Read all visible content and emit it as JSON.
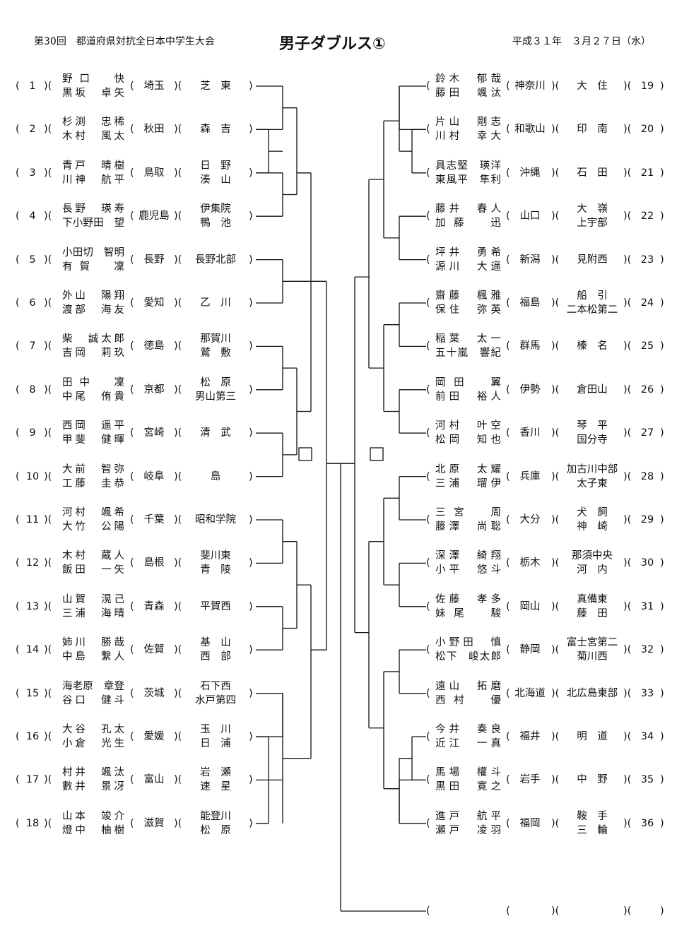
{
  "header": {
    "event": "第30回　都道府県対抗全日本中学生大会",
    "title": "男子ダブルス①",
    "date": "平成３１年　３月２７日（水）"
  },
  "left_entries": [
    {
      "num": "1",
      "p1": "野口　快",
      "p2": "黒坂　卓矢",
      "pref": "埼玉",
      "school": [
        "芝　東"
      ]
    },
    {
      "num": "2",
      "p1": "杉渕　忠稀",
      "p2": "木村　風太",
      "pref": "秋田",
      "school": [
        "森　吉"
      ]
    },
    {
      "num": "3",
      "p1": "青戸　晴樹",
      "p2": "川神　航平",
      "pref": "鳥取",
      "school": [
        "日　野",
        "湊　山"
      ]
    },
    {
      "num": "4",
      "p1": "長野　瑛寿",
      "p2": "下小野田　望",
      "pref": "鹿児島",
      "school": [
        "伊集院",
        "鴨　池"
      ]
    },
    {
      "num": "5",
      "p1": "小田切　智明",
      "p2": "有賀　凜",
      "pref": "長野",
      "school": [
        "長野北部"
      ]
    },
    {
      "num": "6",
      "p1": "外山　陽翔",
      "p2": "渡部　海友",
      "pref": "愛知",
      "school": [
        "乙　川"
      ]
    },
    {
      "num": "7",
      "p1": "柴　誠太郎",
      "p2": "吉岡　莉玖",
      "pref": "徳島",
      "school": [
        "那賀川",
        "鷲　敷"
      ]
    },
    {
      "num": "8",
      "p1": "田中　凜",
      "p2": "中尾　侑貴",
      "pref": "京都",
      "school": [
        "松　原",
        "男山第三"
      ]
    },
    {
      "num": "9",
      "p1": "西岡　遥平",
      "p2": "甲斐　健暉",
      "pref": "宮崎",
      "school": [
        "清　武"
      ]
    },
    {
      "num": "10",
      "p1": "大前　智弥",
      "p2": "工藤　圭恭",
      "pref": "岐阜",
      "school": [
        "島"
      ]
    },
    {
      "num": "11",
      "p1": "河村　颯希",
      "p2": "大竹　公陽",
      "pref": "千葉",
      "school": [
        "昭和学院"
      ]
    },
    {
      "num": "12",
      "p1": "木村　蔵人",
      "p2": "飯田　一矢",
      "pref": "島根",
      "school": [
        "斐川東",
        "青　陵"
      ]
    },
    {
      "num": "13",
      "p1": "山賀　滉己",
      "p2": "三浦　海晴",
      "pref": "青森",
      "school": [
        "平賀西"
      ]
    },
    {
      "num": "14",
      "p1": "姉川　勝哉",
      "p2": "中島　繋人",
      "pref": "佐賀",
      "school": [
        "基　山",
        "西　部"
      ]
    },
    {
      "num": "15",
      "p1": "海老原　章登",
      "p2": "谷口　健斗",
      "pref": "茨城",
      "school": [
        "石下西",
        "水戸第四"
      ]
    },
    {
      "num": "16",
      "p1": "大谷　孔太",
      "p2": "小倉　光生",
      "pref": "愛媛",
      "school": [
        "玉　川",
        "日　浦"
      ]
    },
    {
      "num": "17",
      "p1": "村井　颯汰",
      "p2": "數井　景冴",
      "pref": "富山",
      "school": [
        "岩　瀬",
        "速　星"
      ]
    },
    {
      "num": "18",
      "p1": "山本　竣介",
      "p2": "燈中　柚樹",
      "pref": "滋賀",
      "school": [
        "能登川",
        "松　原"
      ]
    }
  ],
  "right_entries": [
    {
      "num": "19",
      "p1": "鈴木　郁哉",
      "p2": "藤田　颯汰",
      "pref": "神奈川",
      "school": [
        "大　住"
      ]
    },
    {
      "num": "20",
      "p1": "片山　剛志",
      "p2": "川村　幸大",
      "pref": "和歌山",
      "school": [
        "印　南"
      ]
    },
    {
      "num": "21",
      "p1": "具志堅　瑛洋",
      "p2": "東風平　隼利",
      "pref": "沖縄",
      "school": [
        "石　田"
      ]
    },
    {
      "num": "22",
      "p1": "藤井　春人",
      "p2": "加藤　迅",
      "pref": "山口",
      "school": [
        "大　嶺",
        "上宇部"
      ]
    },
    {
      "num": "23",
      "p1": "坪井　勇希",
      "p2": "源川　大遥",
      "pref": "新潟",
      "school": [
        "見附西"
      ]
    },
    {
      "num": "24",
      "p1": "齋藤　楓雅",
      "p2": "保住　弥英",
      "pref": "福島",
      "school": [
        "船　引",
        "二本松第二"
      ]
    },
    {
      "num": "25",
      "p1": "稲葉　太一",
      "p2": "五十嵐　響紀",
      "pref": "群馬",
      "school": [
        "榛　名"
      ]
    },
    {
      "num": "26",
      "p1": "岡田　翼",
      "p2": "前田　裕人",
      "pref": "伊勢",
      "school": [
        "倉田山"
      ]
    },
    {
      "num": "27",
      "p1": "河村　叶空",
      "p2": "松岡　知也",
      "pref": "香川",
      "school": [
        "琴　平",
        "国分寺"
      ]
    },
    {
      "num": "28",
      "p1": "北原　太耀",
      "p2": "三浦　瑠伊",
      "pref": "兵庫",
      "school": [
        "加古川中部",
        "太子東"
      ]
    },
    {
      "num": "29",
      "p1": "三宮　周",
      "p2": "藤澤　尚聡",
      "pref": "大分",
      "school": [
        "犬　飼",
        "神　崎"
      ]
    },
    {
      "num": "30",
      "p1": "深澤　綺翔",
      "p2": "小平　悠斗",
      "pref": "栃木",
      "school": [
        "那須中央",
        "河　内"
      ]
    },
    {
      "num": "31",
      "p1": "佐藤　孝多",
      "p2": "妹尾　駿",
      "pref": "岡山",
      "school": [
        "真備東",
        "藤　田"
      ]
    },
    {
      "num": "32",
      "p1": "小野田　慎",
      "p2": "松下　峻太郎",
      "pref": "静岡",
      "school": [
        "富士宮第二",
        "菊川西"
      ]
    },
    {
      "num": "33",
      "p1": "遠山　拓磨",
      "p2": "西村　優",
      "pref": "北海道",
      "school": [
        "北広島東部"
      ]
    },
    {
      "num": "34",
      "p1": "今井　奏良",
      "p2": "近江　一真",
      "pref": "福井",
      "school": [
        "明　道"
      ]
    },
    {
      "num": "35",
      "p1": "馬場　權斗",
      "p2": "黒田　寛之",
      "pref": "岩手",
      "school": [
        "中　野"
      ]
    },
    {
      "num": "36",
      "p1": "進戸　航平",
      "p2": "瀬戸　凌羽",
      "pref": "福岡",
      "school": [
        "鞍　手",
        "三　輪"
      ]
    }
  ]
}
